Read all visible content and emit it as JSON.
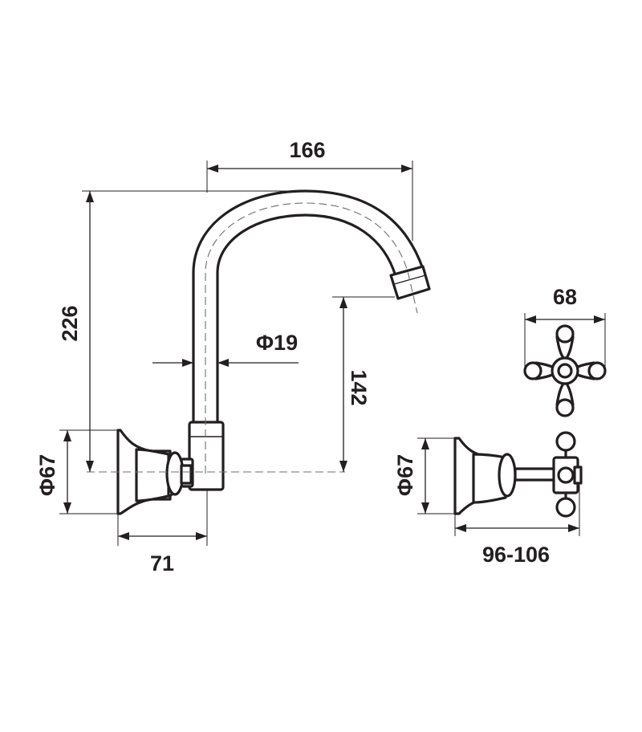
{
  "dimensions": {
    "spout_reach": "166",
    "spout_height": "226",
    "outlet_height": "142",
    "spout_diameter": "Φ19",
    "flange_diameter_left": "Φ67",
    "flange_projection": "71",
    "handle_span": "68",
    "flange_diameter_right": "Φ67",
    "tap_projection": "96-106"
  }
}
